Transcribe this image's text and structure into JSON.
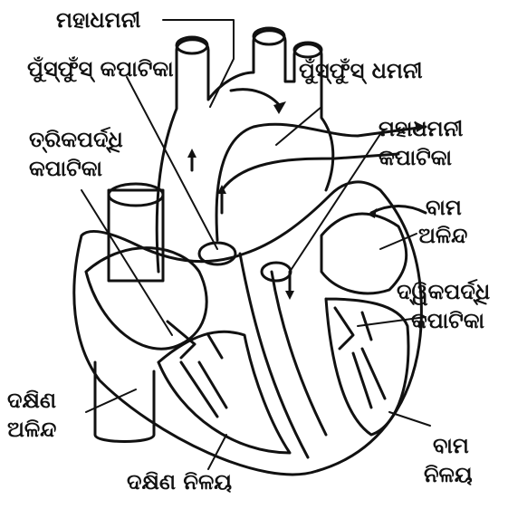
{
  "labels": {
    "aorta": "ମହାଧମନୀ",
    "pulmonary_valve": "ପୁଁସ୍‌ଫୁଁସ୍ କପାଟିକା",
    "pulmonary_artery": "ପୁଁସ୍‌ଫୁଁସ୍ ଧମନୀ",
    "tricuspid_valve_l1": "ତ୍ରିକପର୍ଦ୍ଧି",
    "tricuspid_valve_l2": "କପାଟିକା",
    "aortic_valve_l1": "ମହାଧମନୀ",
    "aortic_valve_l2": "କପାଟିକା",
    "left_atrium_l1": "ବାମ",
    "left_atrium_l2": "ଅଳିନ୍ଦ",
    "bicuspid_valve_l1": "ଦ୍ୱିକପର୍ଦ୍ଧି",
    "bicuspid_valve_l2": "କପାଟିକା",
    "right_atrium_l1": "ଦକ୍ଷିଣ",
    "right_atrium_l2": "ଅଳିନ୍ଦ",
    "right_ventricle": "ଦକ୍ଷିଣ ନିଳୟ",
    "left_ventricle_l1": "ବାମ",
    "left_ventricle_l2": "ନିଳୟ"
  }
}
